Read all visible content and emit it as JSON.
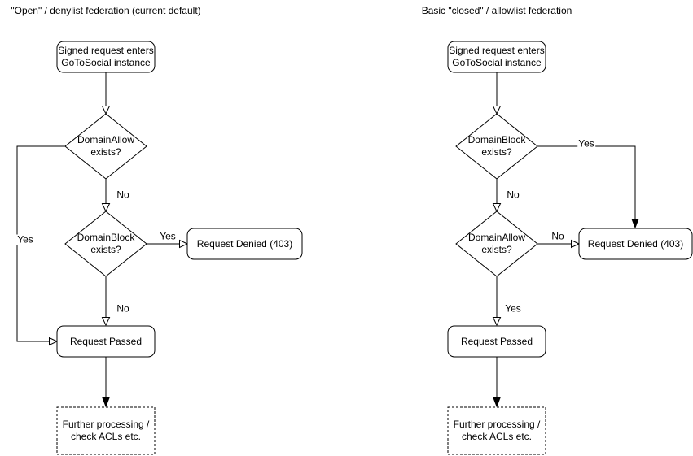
{
  "colors": {
    "stroke": "#000000",
    "node_fill": "#ffffff",
    "text": "#000000",
    "background": "#ffffff"
  },
  "left_chart": {
    "title": "\"Open\" / denylist federation (current default)",
    "nodes": {
      "start": "Signed request enters\nGoToSocial instance",
      "decision1": "DomainAllow\nexists?",
      "decision2": "DomainBlock\nexists?",
      "denied": "Request Denied (403)",
      "passed": "Request Passed",
      "further": "Further processing /\ncheck ACLs etc."
    },
    "edge_labels": {
      "decision1_yes": "Yes",
      "decision1_no": "No",
      "decision2_yes": "Yes",
      "decision2_no": "No"
    }
  },
  "right_chart": {
    "title": "Basic \"closed\" / allowlist federation",
    "nodes": {
      "start": "Signed request enters\nGoToSocial instance",
      "decision1": "DomainBlock\nexists?",
      "decision2": "DomainAllow\nexists?",
      "denied": "Request Denied (403)",
      "passed": "Request Passed",
      "further": "Further processing /\ncheck ACLs etc."
    },
    "edge_labels": {
      "decision1_yes": "Yes",
      "decision1_no": "No",
      "decision2_no": "No",
      "decision2_yes": "Yes"
    }
  }
}
